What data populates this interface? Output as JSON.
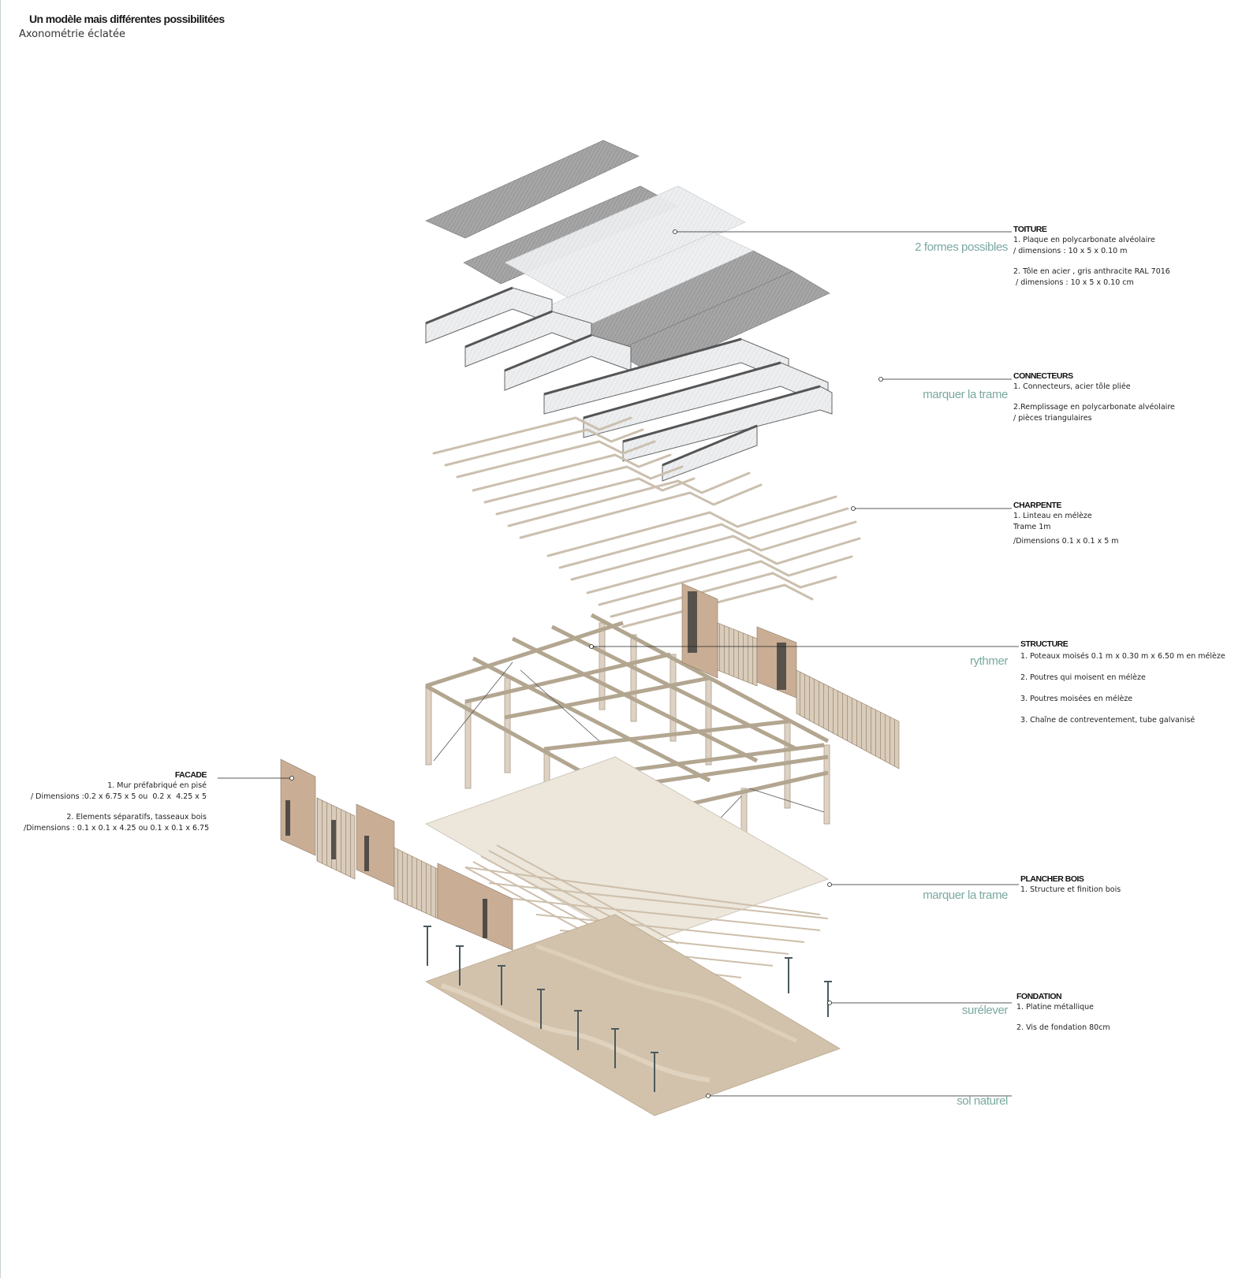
{
  "header": {
    "title": "Un modèle mais différentes possibilitées",
    "subtitle": "Axonométrie éclatée"
  },
  "layers": {
    "toiture": {
      "keyword": "2 formes possibles",
      "heading": "TOITURE",
      "l1": "1. Plaque en polycarbonate alvéolaire",
      "l2": "/ dimensions : 10 x 5 x 0.10 m",
      "l3": "2. Tôle en acier , gris anthracite RAL 7016",
      "l4": " / dimensions : 10 x 5 x 0.10 cm"
    },
    "connecteurs": {
      "keyword": "marquer la trame",
      "heading": "CONNECTEURS",
      "l1": "1. Connecteurs, acier tôle pliée",
      "l2": "2.Remplissage en polycarbonate alvéolaire",
      "l3": "/ pièces triangulaires"
    },
    "charpente": {
      "heading": "CHARPENTE",
      "l1": "1. Linteau en mélèze",
      "l2": "Trame 1m",
      "l3": "/Dimensions 0.1 x 0.1 x 5 m"
    },
    "structure": {
      "keyword": "rythmer",
      "heading": "STRUCTURE",
      "l1": "1. Poteaux moisés 0.1 m x 0.30 m x 6.50 m en mélèze",
      "l2": "2. Poutres qui moisent en mélèze",
      "l3": "3. Poutres moisées en mélèze",
      "l4": "3. Chaîne de contreventement, tube galvanisé"
    },
    "facade": {
      "heading": "FACADE",
      "l1": "1. Mur préfabriqué en pisé",
      "l2": "/ Dimensions :0.2 x 6.75 x 5 ou  0.2 x  4.25 x 5",
      "l3": "2. Elements séparatifs, tasseaux bois",
      "l4": "/Dimensions : 0.1 x 0.1 x 4.25 ou 0.1 x 0.1 x 6.75"
    },
    "plancher": {
      "keyword": "marquer la trame",
      "heading": "PLANCHER BOIS",
      "l1": "1. Structure et finition bois"
    },
    "fondation": {
      "keyword": "surélever",
      "heading": "FONDATION",
      "l1": "1. Platine métallique",
      "l2": "2. Vis de fondation 80cm"
    },
    "sol": {
      "keyword": "sol naturel"
    }
  },
  "colors": {
    "accent_keyword": "#7aa9a0",
    "roof_metal": "#9a9a9a",
    "roof_poly": "#e6e8ea",
    "timber": "#d8cdbd",
    "floor": "#ece6db",
    "ground": "#cdbba4",
    "rammed_earth": "#c8ac92"
  }
}
